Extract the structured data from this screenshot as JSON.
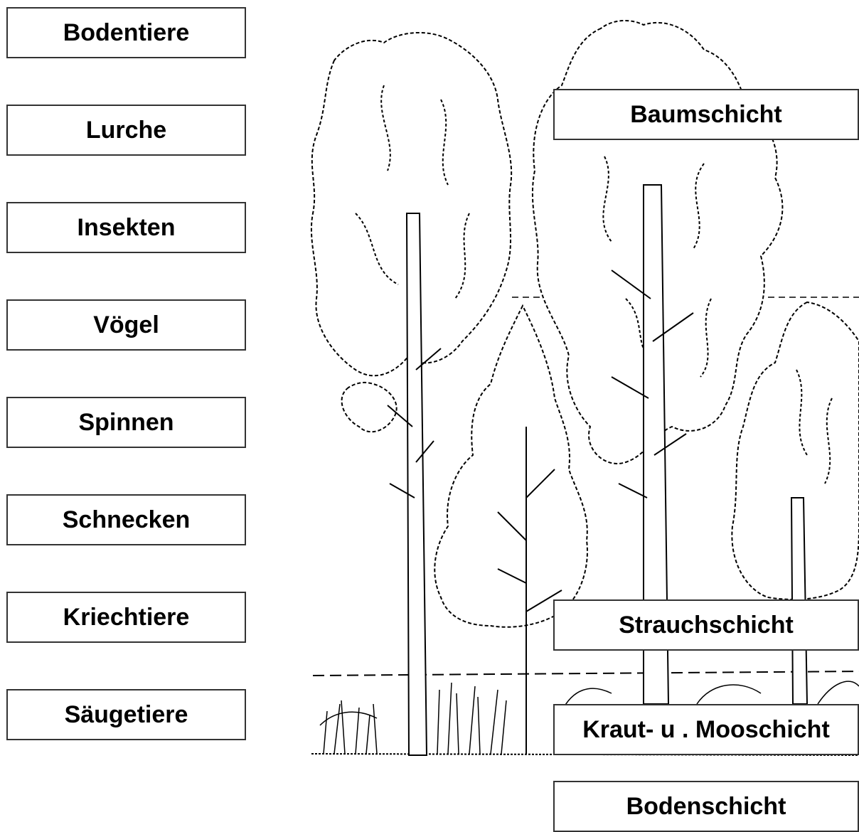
{
  "animals": {
    "items": [
      {
        "label": "Bodentiere"
      },
      {
        "label": "Lurche"
      },
      {
        "label": "Insekten"
      },
      {
        "label": "Vögel"
      },
      {
        "label": "Spinnen"
      },
      {
        "label": "Schnecken"
      },
      {
        "label": "Kriechtiere"
      },
      {
        "label": "Säugetiere"
      }
    ]
  },
  "layers": {
    "baum": "Baumschicht",
    "strauch": "Strauchschicht",
    "kraut": "Kraut- u . Mooschicht",
    "boden": "Bodenschicht"
  },
  "colors": {
    "line": "#000000",
    "box_border": "#333333",
    "background": "#ffffff"
  }
}
